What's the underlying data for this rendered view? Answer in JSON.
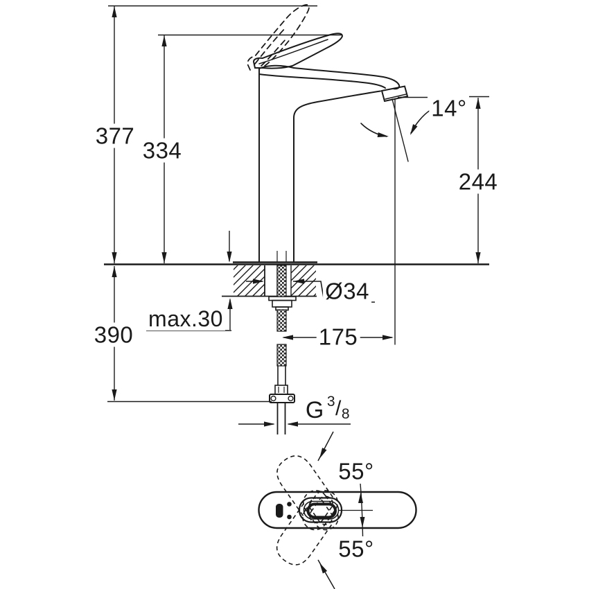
{
  "diagram": {
    "type": "technical-dimension-drawing",
    "subject": "single-lever basin mixer faucet, front view and handle top view",
    "colors": {
      "line": "#1a1a1a",
      "background": "#ffffff"
    },
    "labels": {
      "total_height": "377",
      "height_to_lever_top": "334",
      "stream_angle": "14°",
      "outlet_height": "244",
      "hole_diameter": "Ø34",
      "max_deck_thickness": "max.30",
      "below_deck_length": "390",
      "spout_reach": "175",
      "thread_g": "G",
      "thread_numerator": "3",
      "thread_separator": "/",
      "thread_denominator": "8",
      "swivel_angle_up": "55°",
      "swivel_angle_down": "55°"
    }
  }
}
